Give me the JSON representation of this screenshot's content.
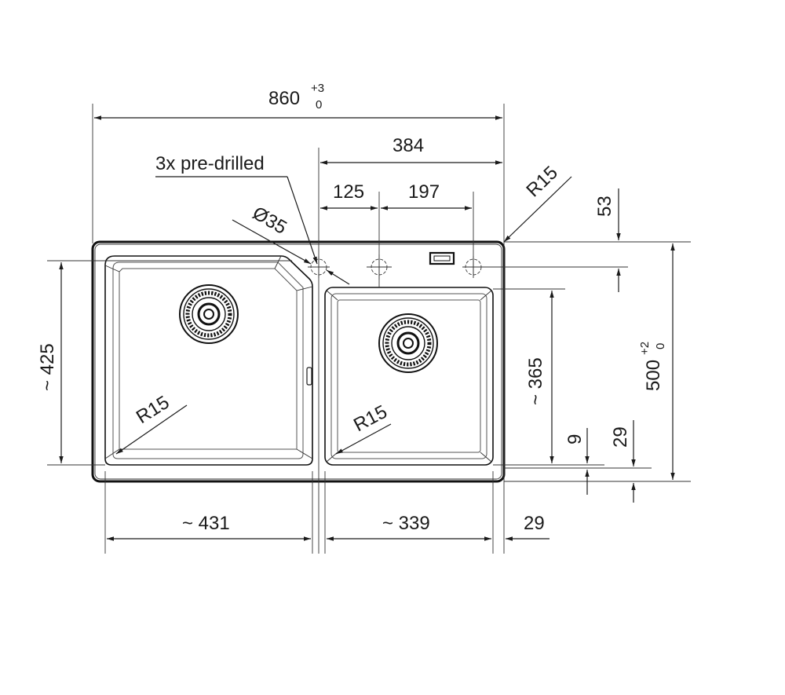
{
  "dimensions": {
    "overall_width": {
      "value": "860",
      "tol_upper": "+3",
      "tol_lower": "0"
    },
    "tap_hole_span": "384",
    "hole_spacing_1": "125",
    "hole_spacing_2": "197",
    "corner_radius_top": "R15",
    "hole_offset_top": "53",
    "pre_drilled_note": "3x pre-drilled",
    "hole_diameter": "Ø35",
    "left_bowl_depth": "~ 425",
    "right_bowl_depth": "~ 365",
    "overall_depth": {
      "value": "500",
      "tol_upper": "+2",
      "tol_lower": "0"
    },
    "edge_9": "9",
    "edge_29_vertical": "29",
    "left_bowl_radius": "R15",
    "right_bowl_radius": "R15",
    "left_bowl_width": "~ 431",
    "right_bowl_width": "~ 339",
    "edge_29_horizontal": "29"
  }
}
